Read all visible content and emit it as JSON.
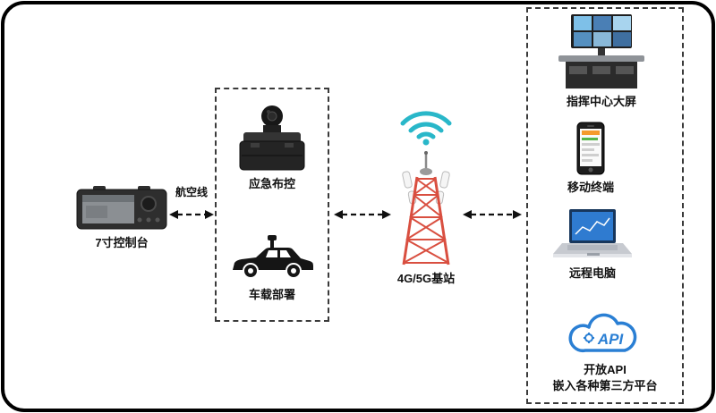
{
  "nodes": {
    "console": {
      "label": "7寸控制台"
    },
    "aviation": {
      "label": "航空线"
    },
    "emergency": {
      "label": "应急布控"
    },
    "vehicle": {
      "label": "车载部署"
    },
    "station": {
      "label": "4G/5G基站"
    },
    "command": {
      "label": "指挥中心大屏"
    },
    "mobile": {
      "label": "移动终端"
    },
    "remote": {
      "label": "远程电脑"
    },
    "api": {
      "label_line1": "开放API",
      "label_line2": "嵌入各种第三方平台",
      "cloud_text": "API"
    }
  },
  "colors": {
    "wifi": "#29b7c9",
    "tower": "#d94f40",
    "cloud": "#2a7fd4"
  }
}
